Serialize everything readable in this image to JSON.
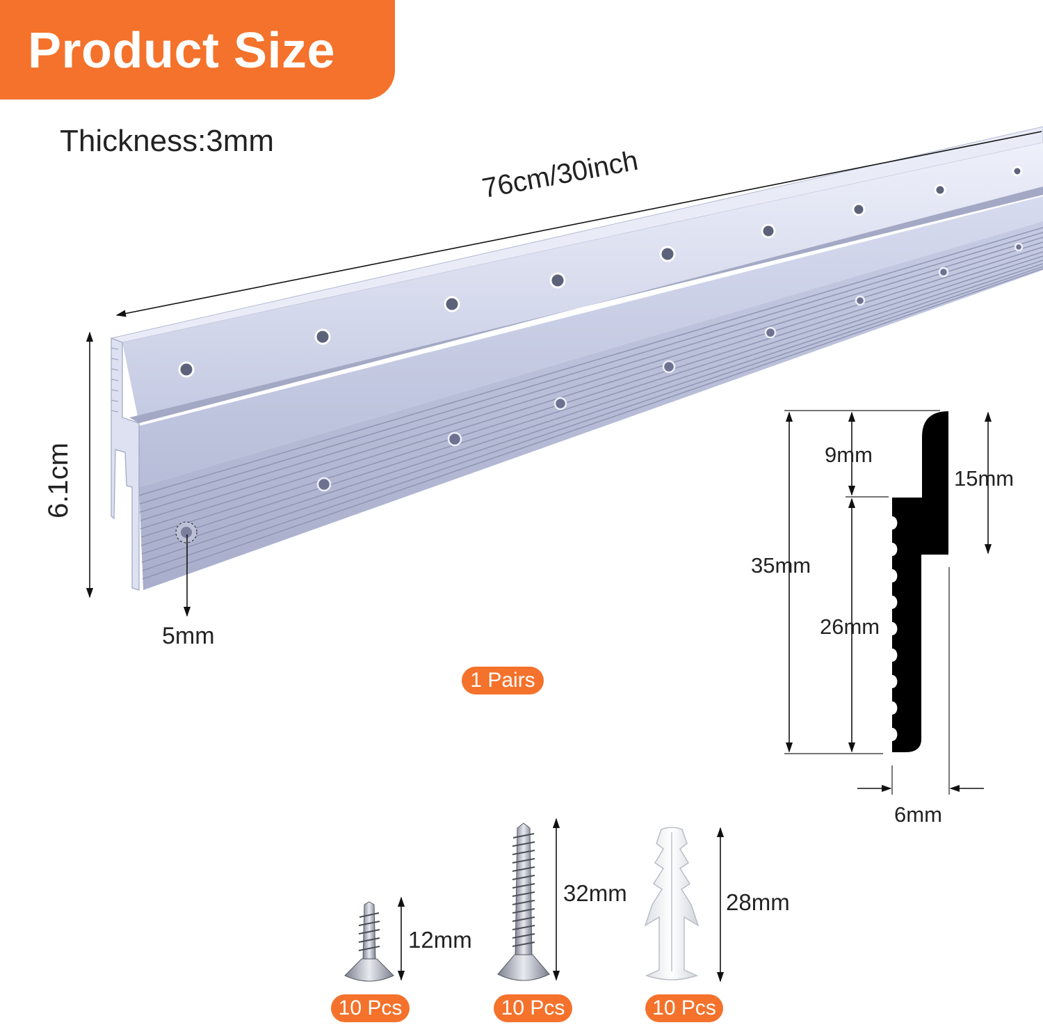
{
  "header": {
    "title": "Product Size"
  },
  "product": {
    "thickness": "Thickness:3mm",
    "length": "76cm/30inch",
    "height": "6.1cm",
    "hole": "5mm",
    "quantity": "1 Pairs"
  },
  "profile": {
    "total_height": "35mm",
    "top_section": "9mm",
    "flange": "15mm",
    "ribbed_section": "26mm",
    "width": "6mm"
  },
  "hardware": [
    {
      "length": "12mm",
      "count": "10 Pcs"
    },
    {
      "length": "32mm",
      "count": "10 Pcs"
    },
    {
      "length": "28mm",
      "count": "10 Pcs"
    }
  ],
  "colors": {
    "accent": "#f4722b",
    "metal": "#c9cfe6",
    "metal_shadow": "#8f97b4",
    "profile": "#000000"
  },
  "icons": [
    "aluminium-cleat-rail",
    "cross-section-profile",
    "short-screw",
    "long-screw",
    "wall-plug"
  ]
}
